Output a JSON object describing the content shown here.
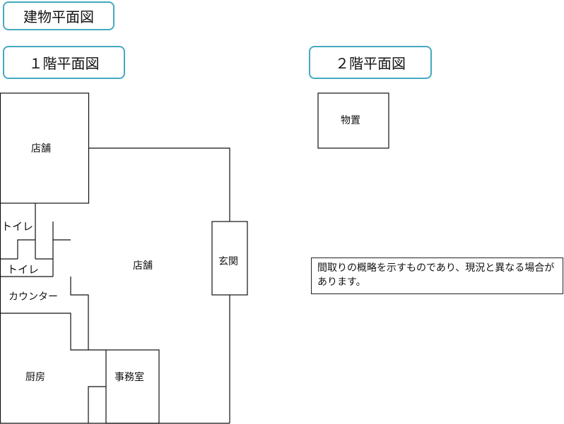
{
  "titles": {
    "main": "建物平面図",
    "floor1": "１階平面図",
    "floor2": "２階平面図"
  },
  "rooms": {
    "shop_top": "店舗",
    "toilet1": "トイレ",
    "toilet2": "トイレ",
    "shop_main": "店舗",
    "entrance": "玄関",
    "counter": "カウンター",
    "kitchen": "厨房",
    "office": "事務室",
    "storage": "物置"
  },
  "note": "間取りの概略を示すものであり、現況と異なる場合があります。",
  "colors": {
    "accent": "#45a9c0",
    "line": "#111111"
  }
}
